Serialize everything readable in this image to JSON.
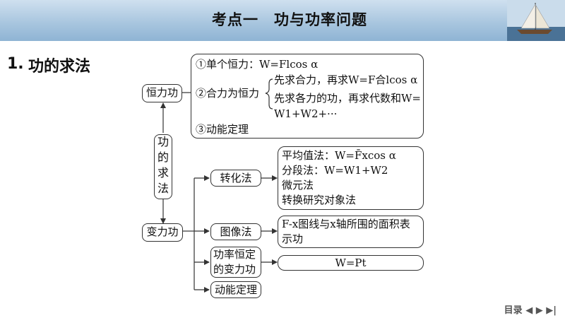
{
  "header": {
    "title": "考点一　功与功率问题",
    "image_icon": "sailboat-photo"
  },
  "section": {
    "number": "1.",
    "title": "功的求法"
  },
  "center_label_chars": [
    "功",
    "的",
    "求",
    "法"
  ],
  "constant_force": {
    "label": "恒力功",
    "box": {
      "item1": "①单个恒力：W=Flcos α",
      "item2_label": "②合力为恒力",
      "item2_line1": "先求合力，再求W=F合lcos α",
      "item2_line2": "先求各力的功，再求代数和W=",
      "item2_line3": "W1+W2+···",
      "item3": "③动能定理"
    }
  },
  "variable_force": {
    "label": "变力功",
    "methods": [
      {
        "label": "转化法",
        "details": [
          "平均值法：W=F̄xcos α",
          "分段法：W=W1+W2",
          "微元法",
          "转换研究对象法"
        ]
      },
      {
        "label": "图像法",
        "details": [
          "F-x图线与x轴所围的面积表",
          "示功"
        ]
      },
      {
        "label_line1": "功率恒定",
        "label_line2": "的变力功",
        "details": [
          "W=Pt"
        ]
      },
      {
        "label": "动能定理",
        "details": []
      }
    ]
  },
  "nav": {
    "label": "目录"
  }
}
